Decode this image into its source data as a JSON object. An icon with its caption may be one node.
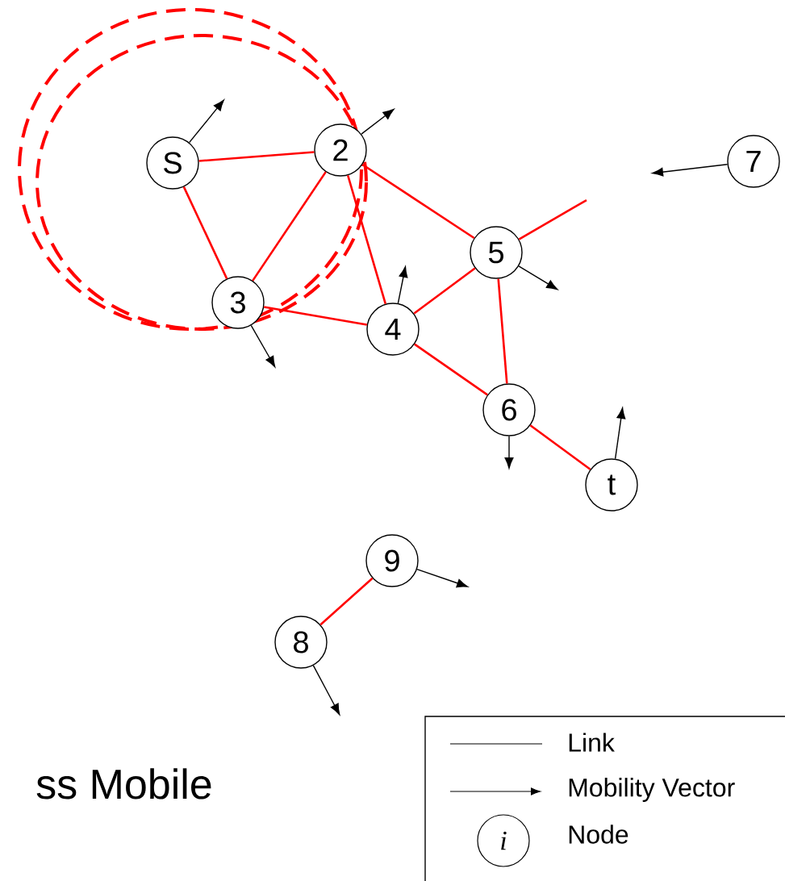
{
  "diagram": {
    "nodes": [
      {
        "text": [
          "S"
        ]
      },
      {
        "text": [
          "2"
        ]
      },
      {
        "text": [
          "3"
        ]
      },
      {
        "text": [
          "4"
        ]
      },
      {
        "text": [
          "5"
        ]
      },
      {
        "text": [
          "6"
        ]
      },
      {
        "text": [
          "t"
        ]
      },
      {
        "text": [
          "7"
        ]
      },
      {
        "text": [
          "8"
        ]
      },
      {
        "text": [
          "9"
        ]
      }
    ],
    "edges": [
      {
        "from": 0,
        "to": 1,
        "arrow": "none"
      },
      {
        "from": 0,
        "to": 2,
        "arrow": "none"
      },
      {
        "from": 1,
        "to": 2,
        "arrow": "none"
      },
      {
        "from": 1,
        "to": 3,
        "arrow": "none"
      },
      {
        "from": 1,
        "to": 4,
        "arrow": "none"
      },
      {
        "from": 2,
        "to": 3,
        "arrow": "none"
      },
      {
        "from": 3,
        "to": 4,
        "arrow": "none"
      },
      {
        "from": 3,
        "to": 5,
        "arrow": "none"
      },
      {
        "from": 4,
        "to": 5,
        "arrow": "none"
      },
      {
        "from": 5,
        "to": 6,
        "arrow": "none"
      },
      {
        "from": 8,
        "to": 9,
        "arrow": "none"
      },
      {
        "from": 4,
        "to": null,
        "arrow": "none"
      },
      {
        "from": 0,
        "to": null,
        "arrow": "to",
        "color": "#000000"
      },
      {
        "from": 1,
        "to": null,
        "arrow": "to",
        "color": "#000000"
      },
      {
        "from": 2,
        "to": null,
        "arrow": "to",
        "color": "#000000"
      },
      {
        "from": 3,
        "to": null,
        "arrow": "to",
        "color": "#000000"
      },
      {
        "from": 4,
        "to": null,
        "arrow": "to",
        "color": "#000000"
      },
      {
        "from": 5,
        "to": null,
        "arrow": "to",
        "color": "#000000"
      },
      {
        "from": 6,
        "to": null,
        "arrow": "to",
        "color": "#000000"
      },
      {
        "from": 7,
        "to": null,
        "arrow": "to",
        "color": "#000000"
      },
      {
        "from": 9,
        "to": null,
        "arrow": "to",
        "color": "#000000"
      },
      {
        "from": 8,
        "to": null,
        "arrow": "to",
        "color": "#000000"
      }
    ],
    "labels": [
      "ss Mobile",
      "i"
    ],
    "legend": [
      {
        "text": "Link"
      },
      {
        "text": "Mobility Vector"
      },
      {
        "text": "Node"
      }
    ]
  }
}
